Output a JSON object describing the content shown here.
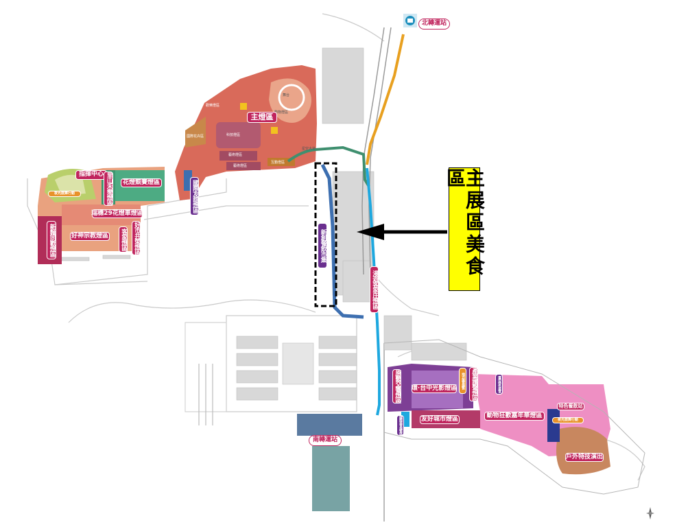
{
  "callout": {
    "text": "主展區美食區"
  },
  "stations": {
    "north": "北轉運站",
    "south": "南轉運站"
  },
  "zones": {
    "main_lantern": "主燈區",
    "command_center": "指揮中心",
    "flower_lantern": "花燈競賽燈區",
    "satoyama": "里山禾樂燈區",
    "ruisui": "瑞穗29花燈車燈區",
    "goodgod": "好神宗教燈區",
    "xinqu_tongle": "新麵同歡燈區",
    "hakka": "客家燈區",
    "good_market": "好市共榮燈區",
    "intl_friend": "國際友誼燈區",
    "creative_market": "新創餐飲市集",
    "hakka_village": "漫遊客家庄燈區",
    "original": "原藝交響燈區",
    "taichung_light": "環·台中光影燈區",
    "industry": "產業讚聲燈區",
    "friendly_city": "友好城市燈區",
    "animal": "動物狂歡嘉年華燈區",
    "outdoor": "戶外特技演出",
    "special_ticket": "特色餐飲站",
    "stage_north": "夜光鼓舞行動",
    "stage_south": "夜光鼓舞行動",
    "local_food": "地方美食展售",
    "side_stand": "國際美食展售區",
    "east_stand": "臺中特色美食"
  },
  "minor_labels": [
    "動物燈區",
    "科技燈區",
    "藝術燈區",
    "藝術燈區",
    "互動燈區",
    "星空大道",
    "舞台",
    "國際花卉區",
    "歡樂燈區"
  ],
  "colors": {
    "main_area": "#d96a5a",
    "magenta": "#c0245d",
    "purple": "#6a2f8f",
    "orange": "#e8922a",
    "pink_area": "#ee8fc3",
    "light_blue": "#1ea8df",
    "callout": "#ffff00"
  },
  "icons": [
    "metro-icon",
    "compass-icon",
    "arrow-icon",
    "dashed-highlight"
  ]
}
